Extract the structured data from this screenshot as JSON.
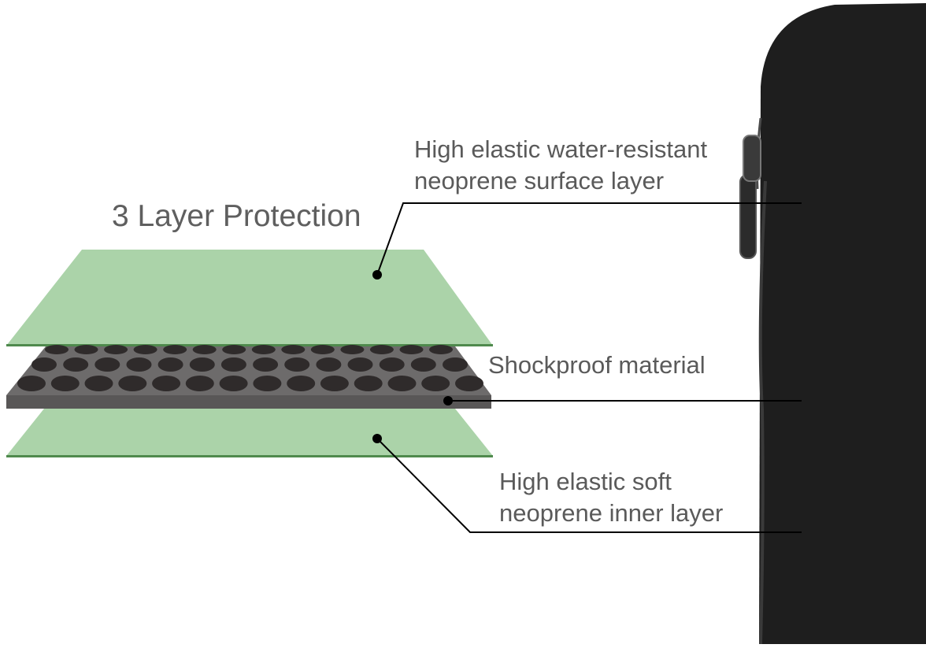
{
  "title": "3 Layer Protection",
  "layers": [
    {
      "key": "surface",
      "lines": [
        "High elastic water-resistant",
        "neoprene surface layer"
      ],
      "color": "#abd3a9",
      "edge": "#4f8a4d"
    },
    {
      "key": "shock",
      "lines": [
        "Shockproof material"
      ],
      "color": "#6d6b6b",
      "dots": "#2f2b2b"
    },
    {
      "key": "inner",
      "lines": [
        "High elastic soft",
        "neoprene inner layer"
      ],
      "color": "#abd3a9",
      "edge": "#4f8a4d"
    }
  ],
  "sleeve_color": "#1e1e1e"
}
